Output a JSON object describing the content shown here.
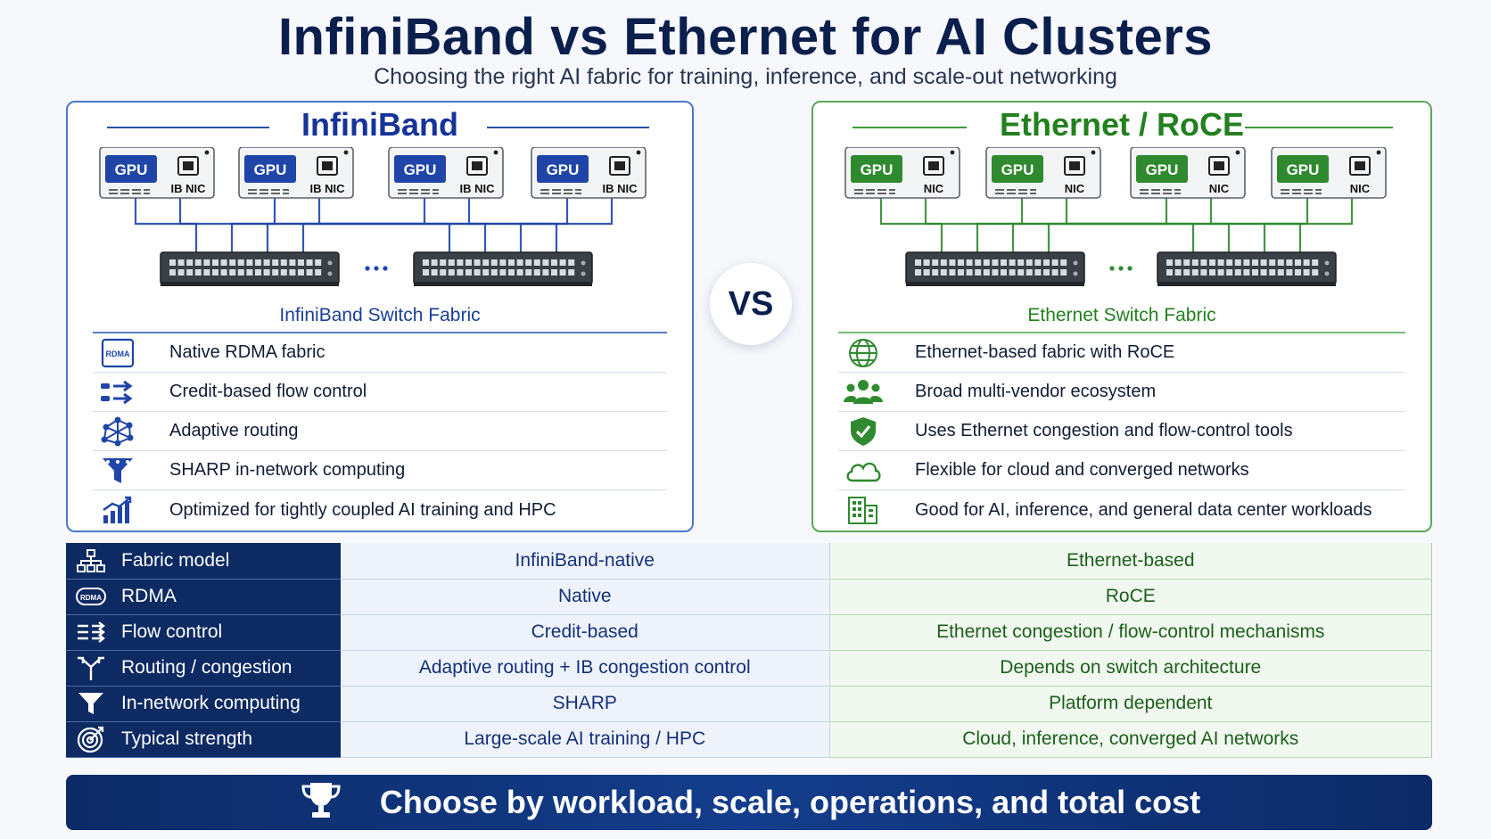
{
  "header": {
    "title": "InfiniBand vs Ethernet for AI Clusters",
    "subtitle": "Choosing the right AI fabric for training, inference, and scale-out networking"
  },
  "infiniband": {
    "heading": "InfiniBand",
    "node_gpu_label": "GPU",
    "node_nic_label": "IB NIC",
    "fabric_label": "InfiniBand Switch Fabric",
    "accent_color": "#1f45a8",
    "features": [
      {
        "icon": "rdma-icon",
        "label": "Native RDMA fabric"
      },
      {
        "icon": "flow-arrows-icon",
        "label": "Credit-based flow control"
      },
      {
        "icon": "routing-nodes-icon",
        "label": "Adaptive routing"
      },
      {
        "icon": "funnel-icon",
        "label": "SHARP in-network computing"
      },
      {
        "icon": "bar-chart-icon",
        "label": "Optimized for tightly coupled AI training and HPC"
      }
    ]
  },
  "vs_label": "VS",
  "ethernet": {
    "heading": "Ethernet / RoCE",
    "node_gpu_label": "GPU",
    "node_nic_label": "NIC",
    "fabric_label": "Ethernet Switch Fabric",
    "accent_color": "#2f8a2f",
    "features": [
      {
        "icon": "globe-icon",
        "label": "Ethernet-based fabric with RoCE"
      },
      {
        "icon": "people-icon",
        "label": "Broad multi-vendor ecosystem"
      },
      {
        "icon": "shield-icon",
        "label": "Uses Ethernet congestion and flow-control tools"
      },
      {
        "icon": "cloud-icon",
        "label": "Flexible for cloud and converged networks"
      },
      {
        "icon": "building-icon",
        "label": "Good for AI, inference, and general data center workloads"
      }
    ]
  },
  "comparison": {
    "rows": [
      {
        "icon": "hierarchy-icon",
        "label": "Fabric model",
        "infiniband": "InfiniBand-native",
        "ethernet": "Ethernet-based"
      },
      {
        "icon": "rdma-icon",
        "label": "RDMA",
        "infiniband": "Native",
        "ethernet": "RoCE"
      },
      {
        "icon": "flow-control-icon",
        "label": "Flow control",
        "infiniband": "Credit-based",
        "ethernet": "Ethernet congestion / flow-control mechanisms"
      },
      {
        "icon": "routing-arrows-icon",
        "label": "Routing / congestion",
        "infiniband": "Adaptive routing + IB congestion control",
        "ethernet": "Depends on switch architecture"
      },
      {
        "icon": "funnel-icon",
        "label": "In-network computing",
        "infiniband": "SHARP",
        "ethernet": "Platform dependent"
      },
      {
        "icon": "target-icon",
        "label": "Typical strength",
        "infiniband": "Large-scale AI training / HPC",
        "ethernet": "Cloud, inference, converged AI networks"
      }
    ]
  },
  "footer": {
    "icon": "trophy-icon",
    "text": "Choose by workload, scale, operations, and total cost"
  }
}
